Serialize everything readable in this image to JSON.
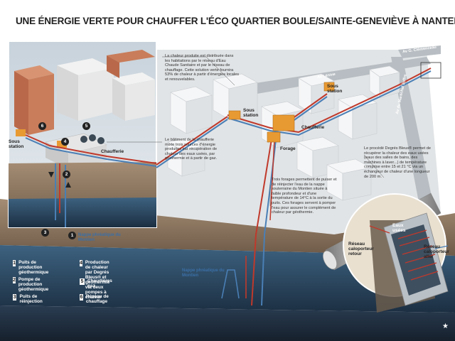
{
  "title": "UNE ÉNERGIE VERTE POUR CHAUFFER L'ÉCO QUARTIER BOULE/SAINTE-GENEVIÈVE À NANTERRE",
  "labels": {
    "sous_station_left": "Sous station",
    "chaufferie_left": "Chaufferie",
    "nappe_left": "Nappe phréatique du Montien",
    "sous_station_center": "Sous station",
    "sous_station_right": "Sous station",
    "chaufferie_right": "Chaufferie",
    "forage": "Forage",
    "nappe_center": "Nappe phréatique du Montien",
    "eaux_usees": "Eaux usées",
    "reseau_retour": "Réseau caloporteur retour",
    "reseau_aller": "Réseau caloporteur aller"
  },
  "streets": {
    "clemenceau": "Av G. Clémenceau",
    "lenine": "Av Lénine",
    "joffre": "Av du Maréchal Joffre"
  },
  "notes": {
    "distribution": "La chaleur produite est distribuée dans les habitations par le réseau d'Eau Chaude Sanitaire et par le réseau de chauffage. Cette solution verte fournira 53% de chaleur à partir d'énergies locales et renouvelables.",
    "batiment": "Le bâtiment de la chaufferie mixte trois sources d'énergie produites par récupération de chaleur des eaux usées, par géothermie et à partir de gaz.",
    "forages": "Trois forages permettent de puiser et de réinjecter l'eau de la nappe souterraine du Montien située à faible profondeur et d'une température de 14°C à la sortie du puits. Ces forages servent à pomper l'eau pour assurer le complément de chaleur par géothermie.",
    "degres_bleus": "Le procédé Degrés Bleus® permet de récupérer la chaleur des eaux usées (eaux des salles de bains, des machines à laver...) de température comprise entre 15 et 21 °C via un échangeur de chaleur d'une longueur de 200 m."
  },
  "legend": [
    {
      "num": "1",
      "text": "Puits de production géothermique"
    },
    {
      "num": "2",
      "text": "Pompe de production géothermique"
    },
    {
      "num": "3",
      "text": "Puits de réinjection"
    },
    {
      "num": "4",
      "text": "Production de chaleur par Degrés Bleus® et géothermie via deux pompes à chaleur"
    },
    {
      "num": "5",
      "text": "Chaudières gaz"
    },
    {
      "num": "6",
      "text": "Réseau de chauffage"
    }
  ],
  "markers": [
    "6",
    "5",
    "4",
    "2",
    "3",
    "1"
  ],
  "colors": {
    "pipe_hot": "#c0392b",
    "pipe_cold": "#4a7fb5",
    "ground": "#8a7560",
    "water": "#31506b",
    "substation": "#e89a32"
  }
}
